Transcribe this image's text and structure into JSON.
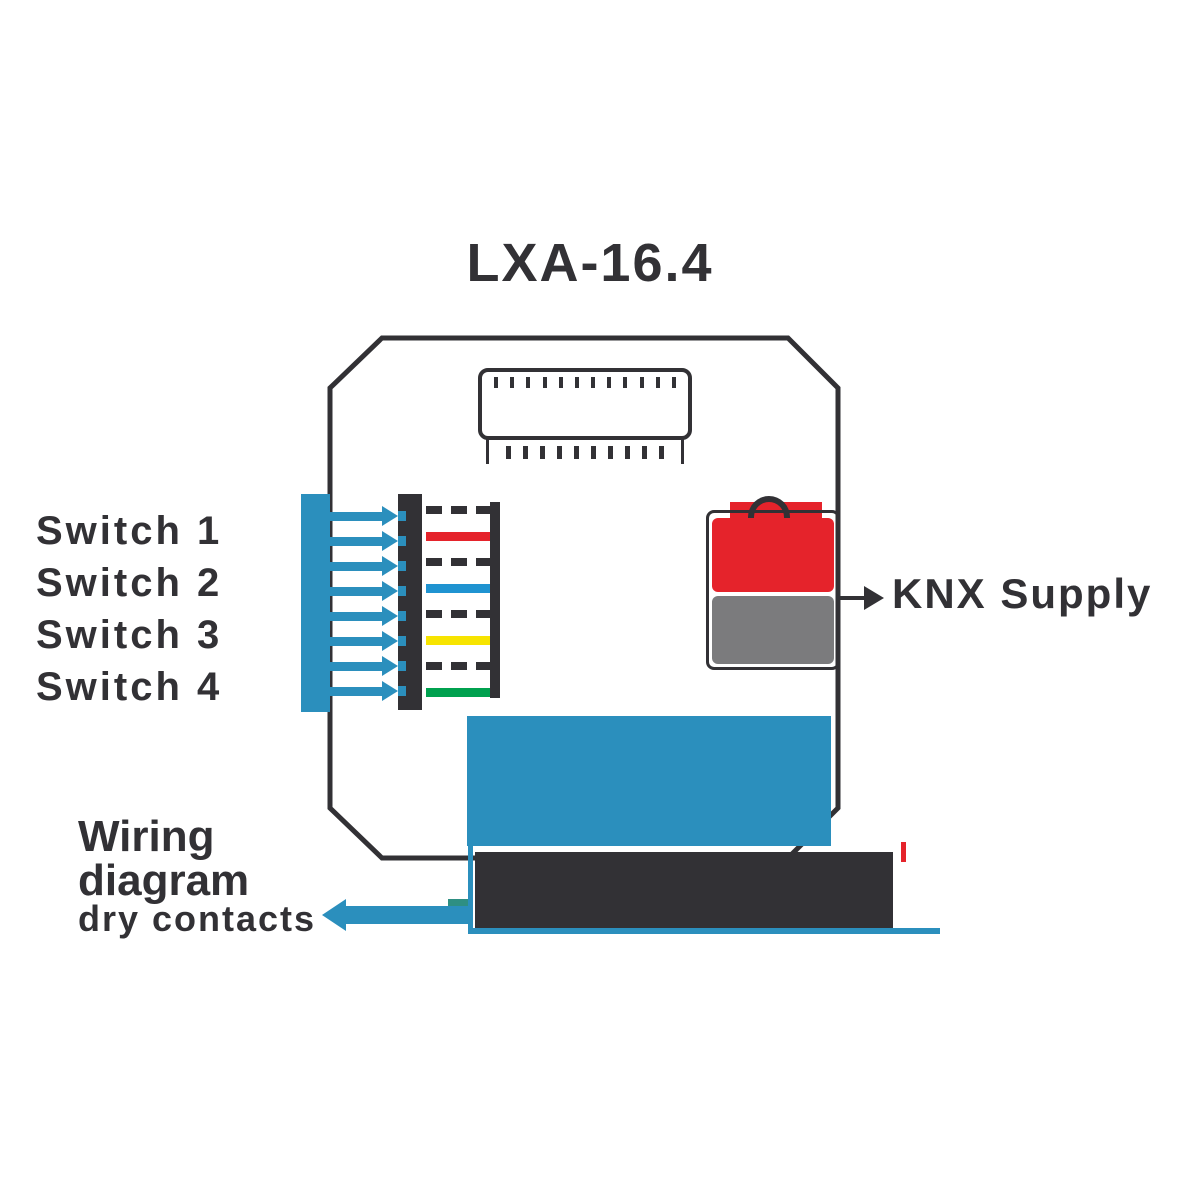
{
  "title": "LXA-16.4",
  "colors": {
    "dark": "#323135",
    "accent": "#2b8fbd",
    "teal": "#2e8f83",
    "knx_red": "#e5232b",
    "knx_gray": "#7b7b7d",
    "wire_red": "#e5232b",
    "wire_blue": "#1f93d1",
    "wire_yellow": "#f7e400",
    "wire_green": "#00a14f"
  },
  "device": {
    "top_connector": {
      "top_pin_count": 12,
      "bottom_pin_count": 10
    }
  },
  "left_contacts": {
    "labels": [
      "Switch 1",
      "Switch 2",
      "Switch 3",
      "Switch 4"
    ]
  },
  "wires": {
    "sequence": [
      "dashed",
      "red",
      "dashed",
      "blue",
      "dashed",
      "yellow",
      "dashed",
      "green"
    ]
  },
  "knx": {
    "label": "KNX Supply"
  },
  "bottom_note": {
    "line1": "Wiring",
    "line2": "diagram",
    "label": "dry contacts"
  }
}
